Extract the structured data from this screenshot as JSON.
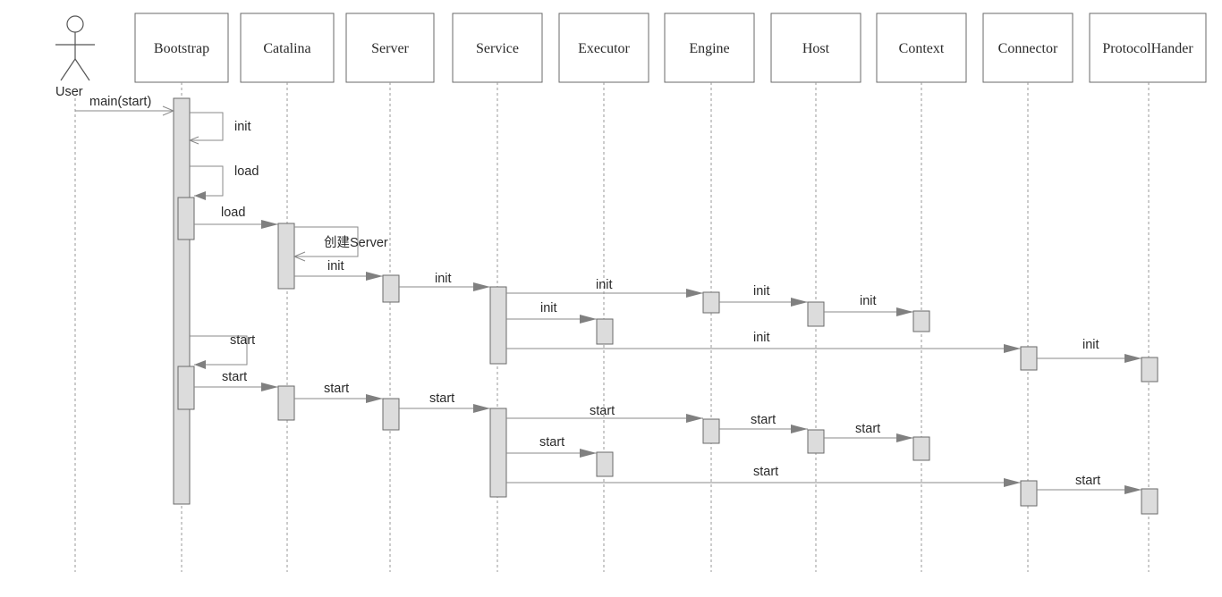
{
  "actor": {
    "name": "User"
  },
  "participants": [
    {
      "id": "bootstrap",
      "name": "Bootstrap"
    },
    {
      "id": "catalina",
      "name": "Catalina"
    },
    {
      "id": "server",
      "name": "Server"
    },
    {
      "id": "service",
      "name": "Service"
    },
    {
      "id": "executor",
      "name": "Executor"
    },
    {
      "id": "engine",
      "name": "Engine"
    },
    {
      "id": "host",
      "name": "Host"
    },
    {
      "id": "context",
      "name": "Context"
    },
    {
      "id": "connector",
      "name": "Connector"
    },
    {
      "id": "protocolhander",
      "name": "ProtocolHander"
    }
  ],
  "messages": [
    {
      "from": "user",
      "to": "bootstrap",
      "label": "main(start)"
    },
    {
      "from": "bootstrap",
      "to": "bootstrap",
      "label": "init",
      "self": true
    },
    {
      "from": "bootstrap",
      "to": "bootstrap",
      "label": "load",
      "self": true
    },
    {
      "from": "bootstrap",
      "to": "catalina",
      "label": "load"
    },
    {
      "from": "catalina",
      "to": "catalina",
      "label": "创建Server",
      "self": true
    },
    {
      "from": "catalina",
      "to": "server",
      "label": "init"
    },
    {
      "from": "server",
      "to": "service",
      "label": "init"
    },
    {
      "from": "service",
      "to": "engine",
      "label": "init"
    },
    {
      "from": "engine",
      "to": "host",
      "label": "init"
    },
    {
      "from": "host",
      "to": "context",
      "label": "init"
    },
    {
      "from": "service",
      "to": "executor",
      "label": "init"
    },
    {
      "from": "service",
      "to": "connector",
      "label": "init"
    },
    {
      "from": "connector",
      "to": "protocolhander",
      "label": "init"
    },
    {
      "from": "bootstrap",
      "to": "bootstrap",
      "label": "start",
      "self": true
    },
    {
      "from": "bootstrap",
      "to": "catalina",
      "label": "start"
    },
    {
      "from": "catalina",
      "to": "server",
      "label": "start"
    },
    {
      "from": "server",
      "to": "service",
      "label": "start"
    },
    {
      "from": "service",
      "to": "engine",
      "label": "start"
    },
    {
      "from": "engine",
      "to": "host",
      "label": "start"
    },
    {
      "from": "host",
      "to": "context",
      "label": "start"
    },
    {
      "from": "service",
      "to": "executor",
      "label": "start"
    },
    {
      "from": "service",
      "to": "connector",
      "label": "start"
    },
    {
      "from": "connector",
      "to": "protocolhander",
      "label": "start"
    }
  ]
}
